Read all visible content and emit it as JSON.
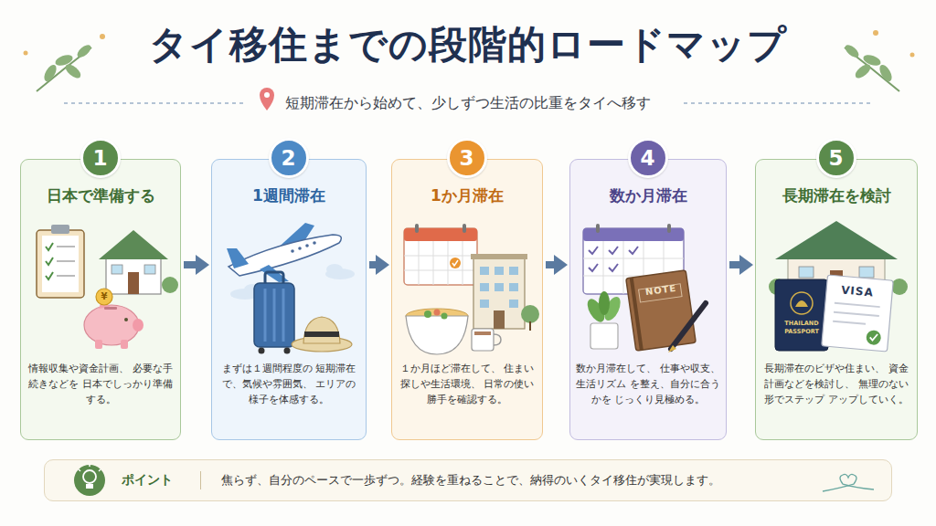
{
  "diagram": {
    "title": "タイ移住までの段階的ロードマップ",
    "nodes": [
      {
        "text": [
          "日本で準備する",
          "情報収集や資金計画、 必要な手続きなどを 日本でしっかり準備する。"
        ]
      },
      {
        "text": [
          "1"
        ],
        "in": 0
      },
      {
        "text": [
          "1週間滞在",
          "まずは１週間程度の 短期滞在で、気候や雰囲気、 エリアの様子を体感する。"
        ]
      },
      {
        "text": [
          "2"
        ],
        "in": 2
      },
      {
        "text": [
          "1か月滞在",
          "１か月ほど滞在して、 住まい探しや生活環境、 日常の使い勝手を確認する。"
        ]
      },
      {
        "text": [
          "3"
        ],
        "in": 4
      },
      {
        "text": [
          "数か月滞在",
          "数か月滞在して、 仕事や収支、生活リズム を整え、自分に合うかを じっくり見極める。"
        ]
      },
      {
        "text": [
          "4"
        ],
        "in": 6
      },
      {
        "text": [
          "長期滞在を検討",
          "長期滞在のビザや住まい、 資金計画などを検討し、 無理のない形でステップ アップしていく。"
        ]
      },
      {
        "text": [
          "5"
        ],
        "in": 8
      },
      {
        "text": [
          "ポイント",
          "焦らず、自分のペースで一歩ずつ。経験を重ねることで、納得のいくタイ移住が実現します。"
        ]
      }
    ],
    "edges": [
      {
        "from": 0,
        "to": 2,
        "arrow": "to"
      },
      {
        "from": 2,
        "to": 4,
        "arrow": "to"
      },
      {
        "from": 4,
        "to": 6,
        "arrow": "to"
      },
      {
        "from": 6,
        "to": 8,
        "arrow": "to"
      }
    ],
    "labels": [
      "短期滞在から始めて、少しずつ生活の比重をタイへ移す",
      "¥",
      "NOTE",
      "THAILAND PASSPORT",
      "VISA"
    ]
  }
}
